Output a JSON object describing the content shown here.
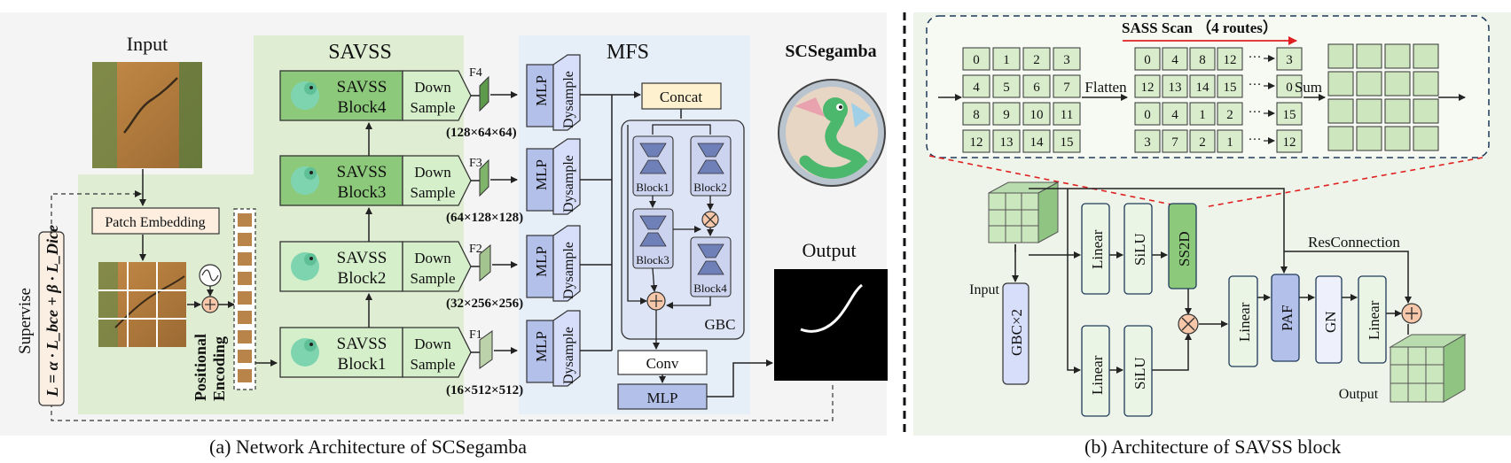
{
  "panel_a": {
    "input_title": "Input",
    "savss_title": "SAVSS",
    "mfs_title": "MFS",
    "brand_title": "SCSegamba",
    "output_title": "Output",
    "patch_embedding": "Patch Embedding",
    "positional_encoding": [
      "Positional",
      "Encoding"
    ],
    "supervise": "Supervise",
    "loss": "L = α · L_bce + β · L_Dice",
    "block_name": "SAVSS",
    "blocks": [
      "Block1",
      "Block2",
      "Block3",
      "Block4"
    ],
    "down": [
      "Down",
      "Sample"
    ],
    "features": [
      "F1",
      "F2",
      "F3",
      "F4"
    ],
    "dims": [
      "(16×512×512)",
      "(32×256×256)",
      "(64×128×128)",
      "(128×64×64)"
    ],
    "mlp": "MLP",
    "dysample": "Dysample",
    "concat": "Concat",
    "gbc_blocks": [
      "Block1",
      "Block2",
      "Block3",
      "Block4"
    ],
    "gbc_label": "GBC",
    "conv": "Conv",
    "final_mlp": "MLP",
    "caption": "(a) Network Architecture of SCSegamba"
  },
  "panel_b": {
    "sass_title": "SASS Scan  （4 routes）",
    "grid_in": [
      "0",
      "1",
      "2",
      "3",
      "4",
      "5",
      "6",
      "7",
      "8",
      "9",
      "10",
      "11",
      "12",
      "13",
      "14",
      "15"
    ],
    "flatten": "Flatten",
    "routes": [
      {
        "values": [
          "0",
          "4",
          "8",
          "12"
        ],
        "dots": "···",
        "end": "3"
      },
      {
        "values": [
          "12",
          "13",
          "14",
          "15"
        ],
        "dots": "···",
        "end": "0"
      },
      {
        "values": [
          "0",
          "4",
          "1",
          "2"
        ],
        "dots": "···",
        "end": "15"
      },
      {
        "values": [
          "3",
          "7",
          "2",
          "1"
        ],
        "dots": "···",
        "end": "12"
      }
    ],
    "sum": "Sum",
    "input": "Input",
    "gbc_x2": "GBC×2",
    "linear": "Linear",
    "silu": "SiLU",
    "ss2d": "SS2D",
    "paf": "PAF",
    "gn": "GN",
    "res": "ResConnection",
    "output": "Output",
    "caption": "(b) Architecture of SAVSS block"
  },
  "colors": {
    "green_bg": "#dfeed3",
    "blue_bg": "#e6eef8",
    "block_green": "#8cc97a",
    "light_green": "#d6efcb",
    "lavender": "#b3c0ea",
    "panel_b_bg": "#eef4ea",
    "dash_red": "#e02020"
  }
}
